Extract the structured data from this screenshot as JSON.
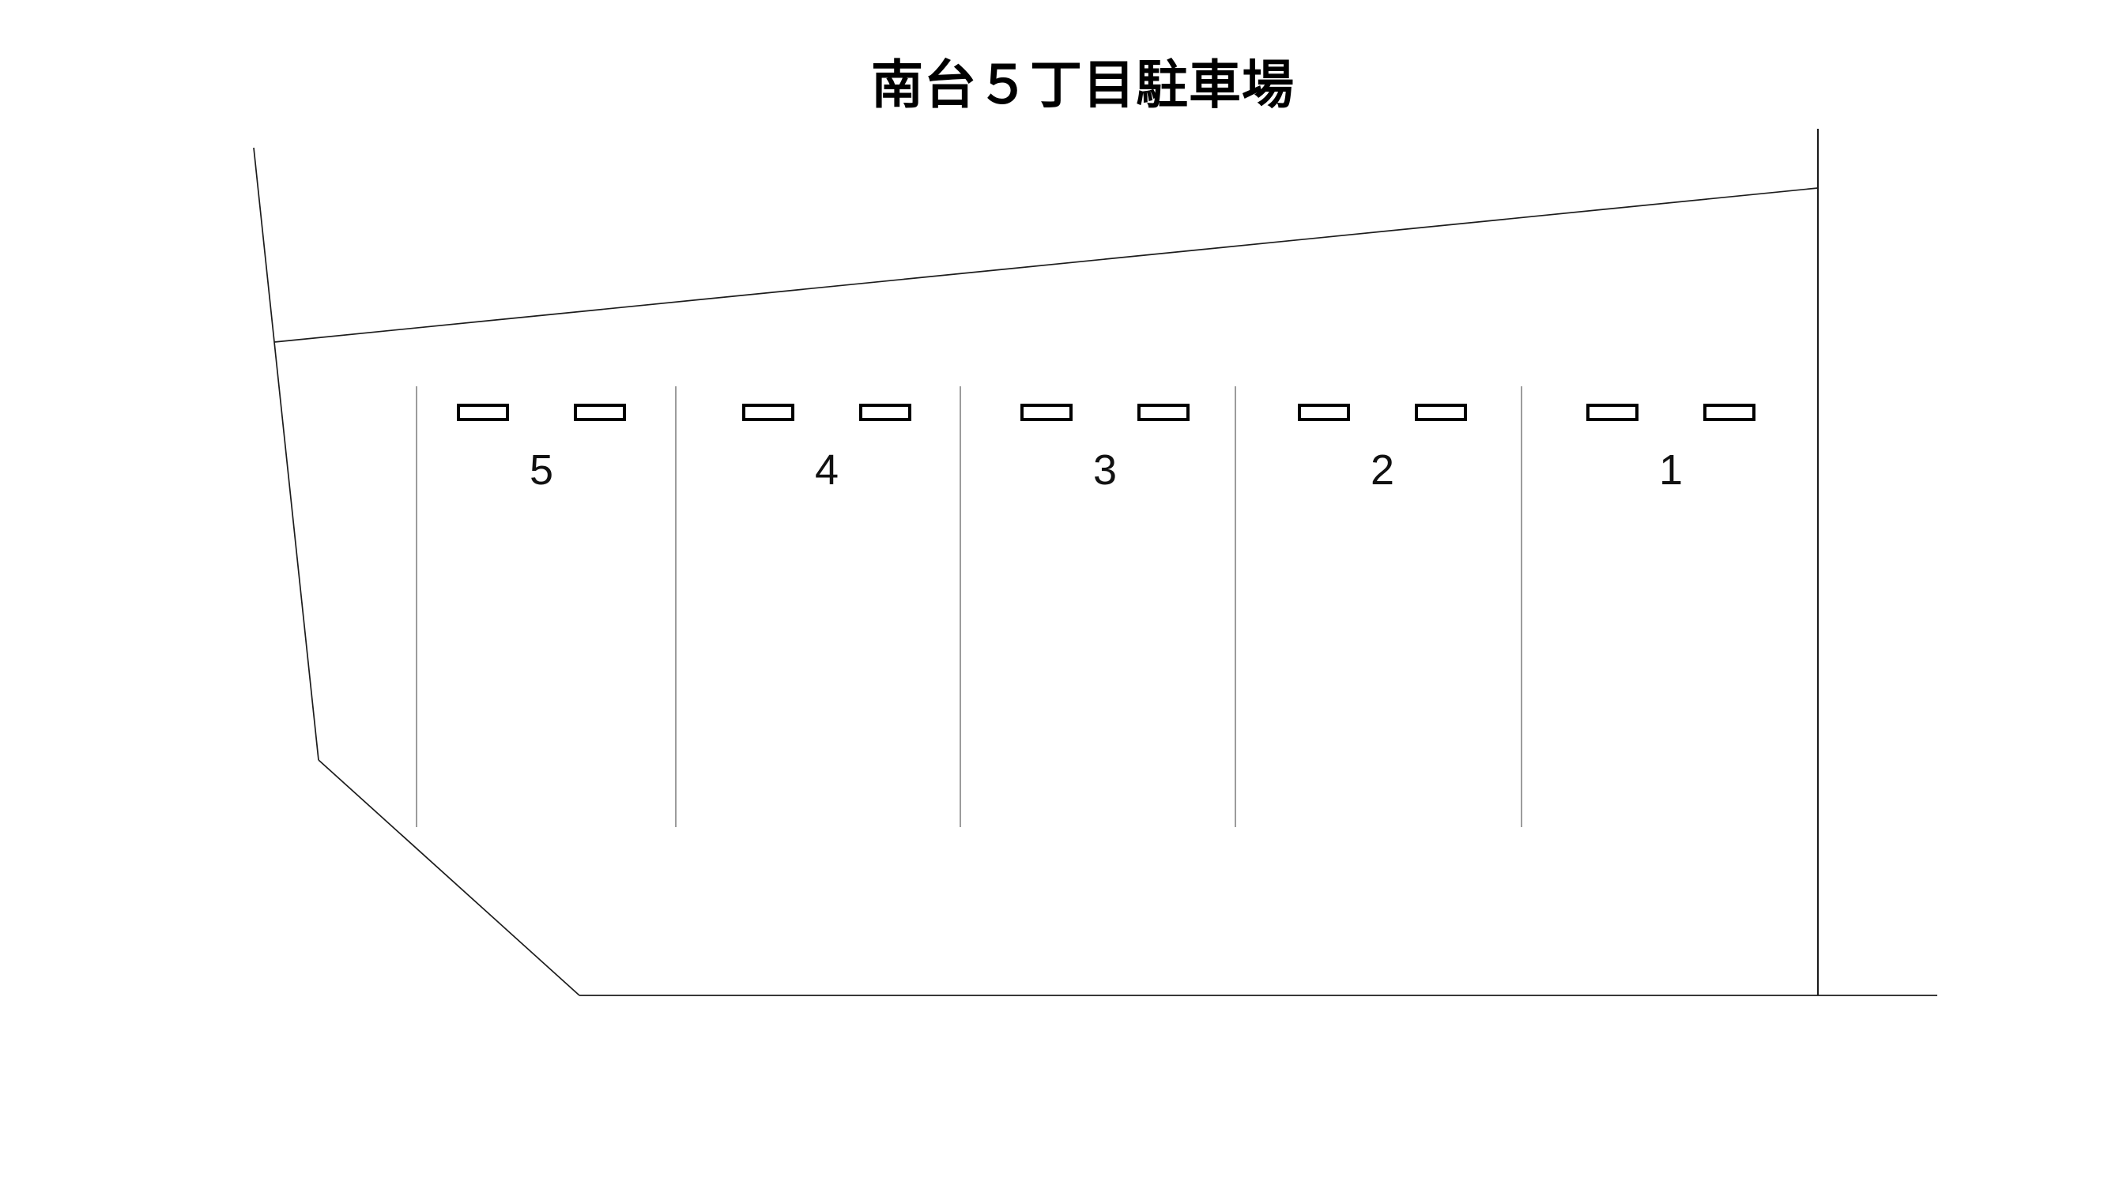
{
  "title": "南台５丁目駐車場",
  "stalls": [
    {
      "number": "5"
    },
    {
      "number": "4"
    },
    {
      "number": "3"
    },
    {
      "number": "2"
    },
    {
      "number": "1"
    }
  ],
  "colors": {
    "background": "#ffffff",
    "boundary_line": "#1c1c1c",
    "stall_divider": "#9c9c9c",
    "wheel_stop_border": "#000000",
    "title_text": "#000000",
    "stall_number_text": "#111111"
  }
}
